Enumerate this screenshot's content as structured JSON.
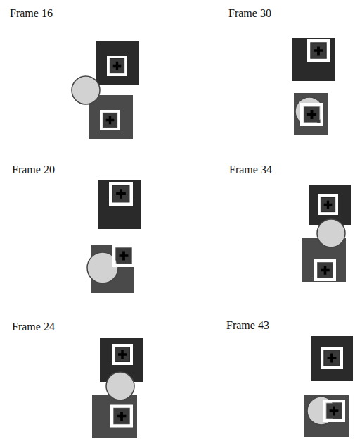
{
  "diagram": {
    "labels": [
      "Frame 16",
      "Frame 30",
      "Frame 20",
      "Frame 34",
      "Frame 24",
      "Frame 43"
    ]
  }
}
